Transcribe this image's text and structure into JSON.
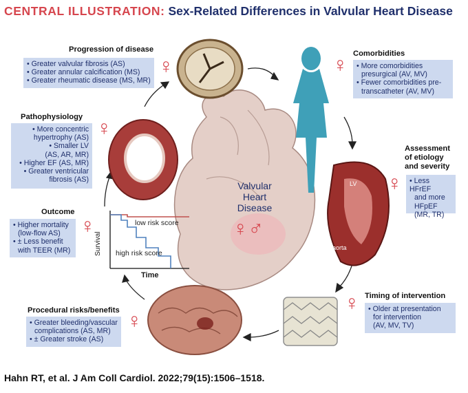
{
  "title": {
    "lead": "CENTRAL ILLUSTRATION:",
    "rest": "Sex-Related Differences in Valvular Heart Disease"
  },
  "center": {
    "label_line1": "Valvular",
    "label_line2": "Heart",
    "label_line3": "Disease",
    "symbols": "♀♂"
  },
  "venus_symbol": "♀",
  "sections": {
    "progression": {
      "heading": "Progression of disease",
      "items": [
        "• Greater valvular fibrosis (AS)",
        "• Greater annular calcification (MS)",
        "• Greater rheumatic disease (MS, MR)"
      ]
    },
    "comorbidities": {
      "heading": "Comorbidities",
      "items": [
        "• More comorbidities",
        "presurgical (AV, MV)",
        "• Fewer comorbidities pre-",
        "transcatheter (AV, MV)"
      ]
    },
    "pathophysiology": {
      "heading": "Pathophysiology",
      "items": [
        "• More concentric",
        "hypertrophy (AS)",
        "• Smaller LV",
        "(AS, AR, MR)",
        "• Higher EF (AS, MR)",
        "• Greater ventricular",
        "fibrosis (AS)"
      ]
    },
    "assessment": {
      "heading_line1": "Assessment",
      "heading_line2": "of etiology",
      "heading_line3": "and severity",
      "items": [
        "• Less HFrEF",
        "and more",
        "HFpEF",
        "(MR, TR)"
      ]
    },
    "outcome": {
      "heading": "Outcome",
      "items": [
        "• Higher mortality",
        "(low-flow AS)",
        "• ± Less benefit",
        "with TEER (MR)"
      ]
    },
    "timing": {
      "heading": "Timing of intervention",
      "items": [
        "• Older at presentation",
        "for intervention",
        "(AV, MV, TV)"
      ]
    },
    "procedural": {
      "heading": "Procedural risks/benefits",
      "items": [
        "• Greater bleeding/vascular",
        "complications (AS, MR)",
        "• ± Greater stroke (AS)"
      ]
    }
  },
  "image_labels": {
    "lv": "LV",
    "aorta": "aorta"
  },
  "chart_data": {
    "type": "line",
    "xlabel": "Time",
    "ylabel": "Survival",
    "series": [
      {
        "name": "low risk score",
        "color": "#c0504d"
      },
      {
        "name": "high risk score",
        "color": "#4f81bd"
      }
    ]
  },
  "colors": {
    "accent_red": "#d6464e",
    "navy": "#1f2f6b",
    "box_fill": "#cdd9ef",
    "figure_teal": "#3fa0b8"
  },
  "footer": "Hahn RT, et al. J Am Coll Cardiol. 2022;79(15):1506–1518."
}
